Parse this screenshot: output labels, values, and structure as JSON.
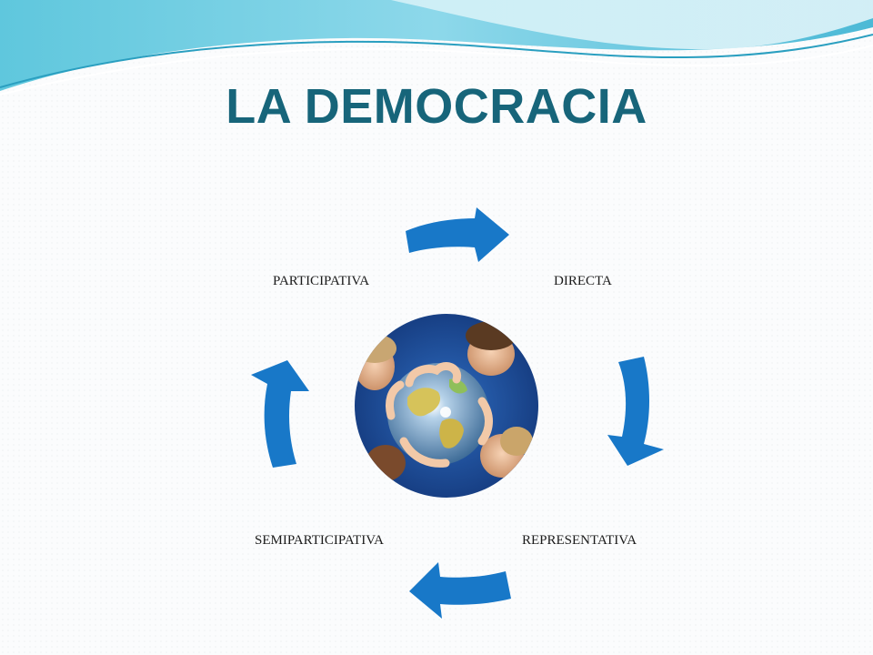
{
  "slide": {
    "title": "LA DEMOCRACIA"
  },
  "cycle": {
    "nodes": [
      {
        "label": "DIRECTA"
      },
      {
        "label": "REPRESENTATIVA"
      },
      {
        "label": "SEMIPARTICIPATIVA"
      },
      {
        "label": "PARTICIPATIVA"
      }
    ],
    "arrow_color": "#1878c8",
    "center_image": "hands-around-globe"
  },
  "colors": {
    "title": "#17657a",
    "wave_light": "#a9e3f0",
    "wave_mid": "#5cc6de",
    "wave_dark": "#2a9fc0"
  }
}
